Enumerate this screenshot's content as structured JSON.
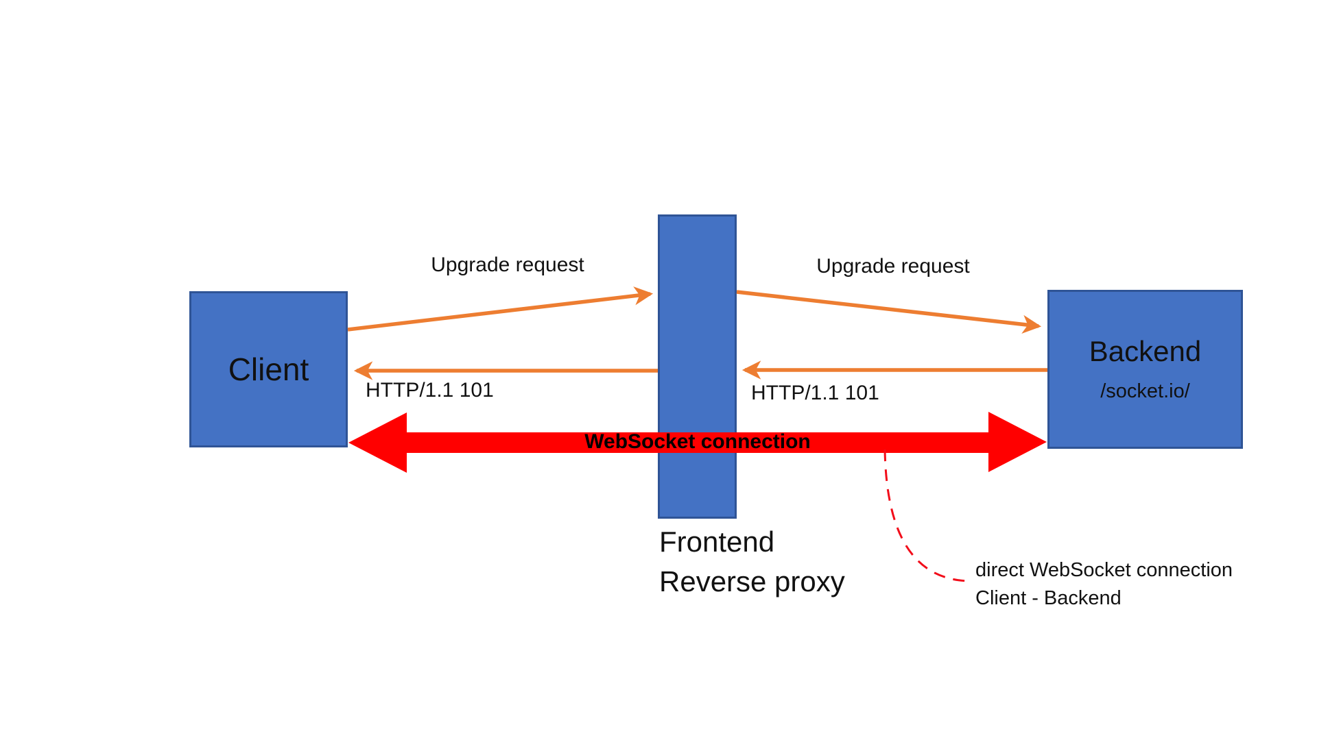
{
  "diagram": {
    "nodes": {
      "client": {
        "label": "Client"
      },
      "proxy": {
        "caption_line1": "Frontend",
        "caption_line2": "Reverse proxy"
      },
      "backend": {
        "label": "Backend",
        "sublabel": "/socket.io/"
      }
    },
    "edges": {
      "client_to_proxy": {
        "label": "Upgrade request"
      },
      "proxy_to_backend": {
        "label": "Upgrade request"
      },
      "proxy_to_client": {
        "label": "HTTP/1.1 101"
      },
      "backend_to_proxy": {
        "label": "HTTP/1.1 101"
      },
      "websocket": {
        "label": "WebSocket connection"
      }
    },
    "annotation": {
      "line1": "direct WebSocket connection",
      "line2": "Client - Backend"
    },
    "colors": {
      "node_fill": "#4472C4",
      "node_border": "#2F5496",
      "request_arrow": "#ED7D31",
      "websocket_arrow": "#FF0000",
      "annotation_dash": "#F20D1A",
      "text": "#111111"
    }
  }
}
